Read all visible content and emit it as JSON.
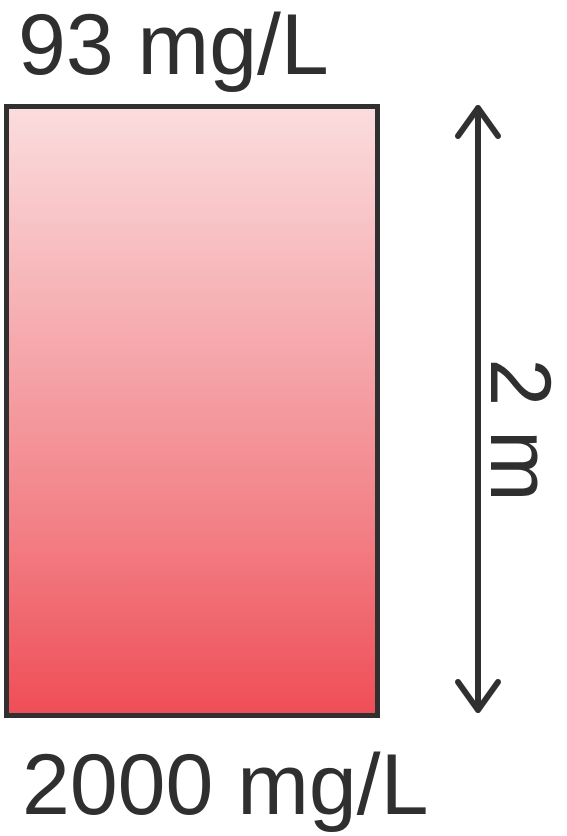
{
  "diagram": {
    "top_concentration": "93 mg/L",
    "bottom_concentration": "2000 mg/L",
    "depth_label": "2 m",
    "colors": {
      "fill_top": "#fbdcdd",
      "fill_bottom": "#ef4e57",
      "outline": "#303030",
      "text": "#2f2f2f"
    }
  }
}
